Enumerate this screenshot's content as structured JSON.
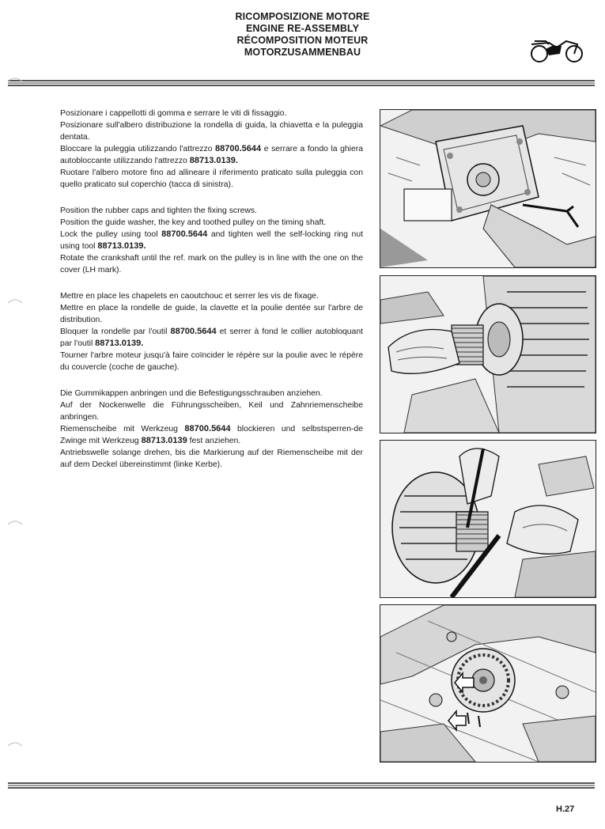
{
  "header": {
    "title_it": "RICOMPOSIZIONE MOTORE",
    "title_en": "ENGINE RE-ASSEMBLY",
    "title_fr": "RÉCOMPOSITION MOTEUR",
    "title_de": "MOTORZUSAMMENBAU"
  },
  "logo_icon": "motorcycle-icon",
  "text": {
    "it": [
      "Posizionare i cappellotti di gomma e serrare le viti di fissaggio.",
      "Posizionare sull'albero distribuzione la rondella di guida, la chiavetta e la puleggia dentata.",
      "Bloccare la puleggia utilizzando l'attrezzo",
      "88700.5644",
      "e serrare a fondo la ghiera autobloccante utilizzando l'attrezzo",
      "88713.0139.",
      "Ruotare l'albero motore fino ad allineare il riferimento praticato sulla puleggia con quello praticato sul coperchio (tacca di sinistra)."
    ],
    "en": [
      "Position the rubber caps and tighten the fixing screws.",
      "Position the guide washer, the key and toothed pulley on the timing shaft.",
      "Lock the pulley using tool",
      "88700.5644",
      "and tighten well the self-locking ring nut using tool",
      "88713.0139.",
      "Rotate the crankshaft until the ref. mark on the pulley is in line with the one on the cover (LH mark)."
    ],
    "fr": [
      "Mettre en place les chapelets en caoutchouc et serrer les vis de fixage.",
      "Mettre en place la rondelle de guide, la clavette et la poulie dentée sur l'arbre de distribution.",
      "Bloquer la rondelle par l'outil",
      "88700.5644",
      "et serrer à fond le collier autobloquant par l'outil",
      "88713.0139.",
      "Tourner l'arbre moteur jusqu'à faire coïncider le répère sur la poulie avec le répère du couvercle (coche de gauche)."
    ],
    "de": [
      "Die Gummikappen anbringen und die Befestigungsschrauben anziehen.",
      "Auf der Nockenwelle die Führungsscheiben, Keil und Zahnriemenscheibe anbringen.",
      "Riemenscheibe mit Werkzeug",
      "88700.5644",
      "blockieren und selbstsperren-de Zwinge mit Werkzeug",
      "88713.0139",
      "fest anziehen.",
      "Antriebswelle solange drehen, bis die Markierung auf der Riemenscheibe mit der auf dem Deckel übereinstimmt (linke Kerbe)."
    ]
  },
  "page_number": "H.27"
}
